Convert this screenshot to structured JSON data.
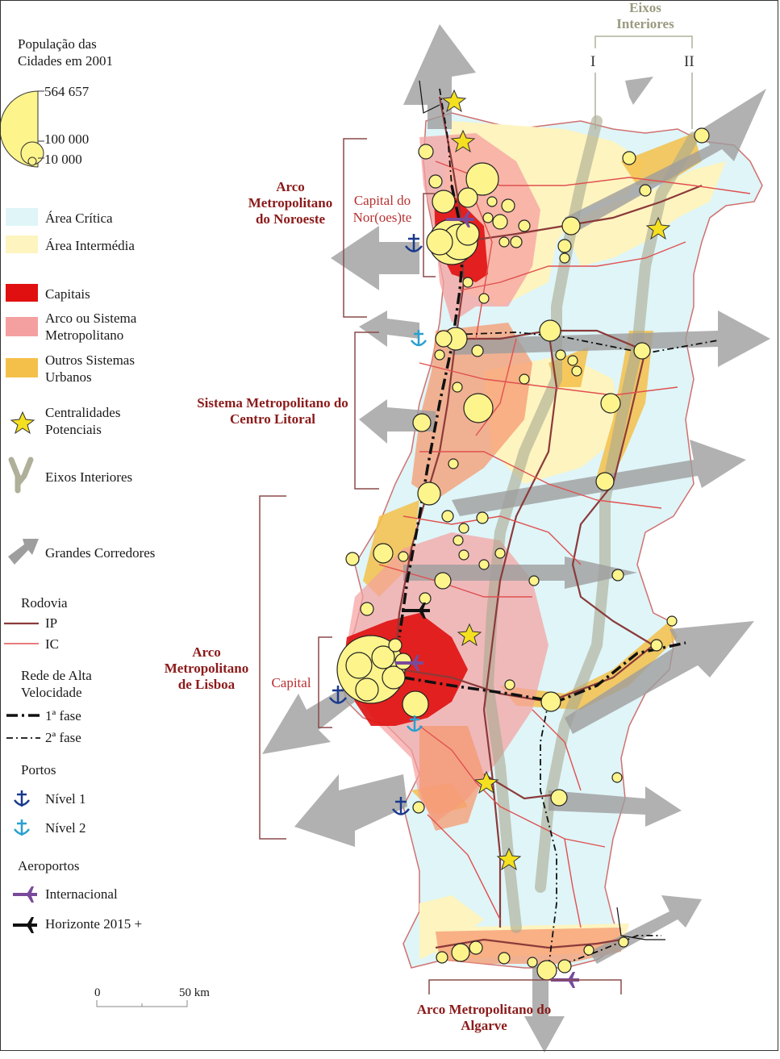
{
  "legend": {
    "population_title": "População das Cidades em 2001",
    "population_values": [
      "564 657",
      "100 000",
      "10 000"
    ],
    "area_critica": "Área Crítica",
    "area_intermedia": "Área Intermédia",
    "capitais": "Capitais",
    "arco_sistema": "Arco ou Sistema Metropolitano",
    "outros_sistemas": "Outros Sistemas Urbanos",
    "centralidades": "Centralidades Potenciais",
    "eixos_interiores": "Eixos Interiores",
    "grandes_corredores": "Grandes Corredores",
    "rodovia_title": "Rodovia",
    "ip": "IP",
    "ic": "IC",
    "alta_velocidade_title": "Rede de Alta Velocidade",
    "fase1": "1ª fase",
    "fase2": "2ª fase",
    "portos_title": "Portos",
    "nivel1": "Nível 1",
    "nivel2": "Nível 2",
    "aeroportos_title": "Aeroportos",
    "internacional": "Internacional",
    "horizonte": "Horizonte 2015 +"
  },
  "labels": {
    "eixos_interiores_top": "Eixos Interiores",
    "eixo_i": "I",
    "eixo_ii": "II",
    "arco_noroeste": "Arco Metropolitano do Noroeste",
    "capital_noroeste": "Capital do Nor(oes)te",
    "sistema_centro": "Sistema Metropolitano do Centro Litoral",
    "arco_lisboa": "Arco Metropolitano de Lisboa",
    "capital_lisboa": "Capital",
    "arco_algarve": "Arco Metropolitano do Algarve"
  },
  "scale": {
    "start": "0",
    "end": "50 km"
  },
  "colors": {
    "area_critica": "#dff5f8",
    "area_intermedia": "#fdf4c0",
    "capitais": "#e01010",
    "arco_sistema": "#f5a0a0",
    "outros_sistemas": "#f5c04a",
    "city": "#fdf48c",
    "ip": "#8b3a3a",
    "ic": "#e05050",
    "corridor": "#9e9e9e",
    "eixo": "#b0b09a",
    "port1": "#1a3a8c",
    "port2": "#2aa0d0",
    "airport_int": "#7a4a9a",
    "region_label": "#8b1a1a"
  }
}
